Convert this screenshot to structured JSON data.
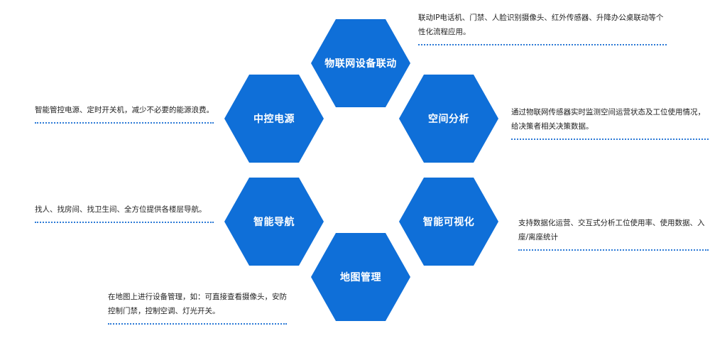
{
  "hexes": [
    {
      "label": "物联网设备联动"
    },
    {
      "label": "中控电源"
    },
    {
      "label": "空间分析"
    },
    {
      "label": "智能导航"
    },
    {
      "label": "智能可视化"
    },
    {
      "label": "地图管理"
    }
  ],
  "descriptions": [
    {
      "text": "联动IP电话机、门禁、人脸识别摄像头、红外传感器、升降办公桌联动等个性化流程应用。"
    },
    {
      "text": "智能管控电源、定时开关机，减少不必要的能源浪费。"
    },
    {
      "text": "通过物联网传感器实时监测空间运营状态及工位使用情况，给决策者相关决策数据。"
    },
    {
      "text": "找人、找房间、找卫生间、全方位提供各楼层导航。"
    },
    {
      "text": "支持数据化运营、交互式分析工位使用率、使用数据、入座/离座统计"
    },
    {
      "text": "在地图上进行设备管理，如：可直接查看摄像头，安防控制门禁，控制空调、灯光开关。"
    }
  ],
  "colors": {
    "hex_fill": "#0f6fd8",
    "dotted_line": "#2c7ad6",
    "text": "#222222"
  }
}
